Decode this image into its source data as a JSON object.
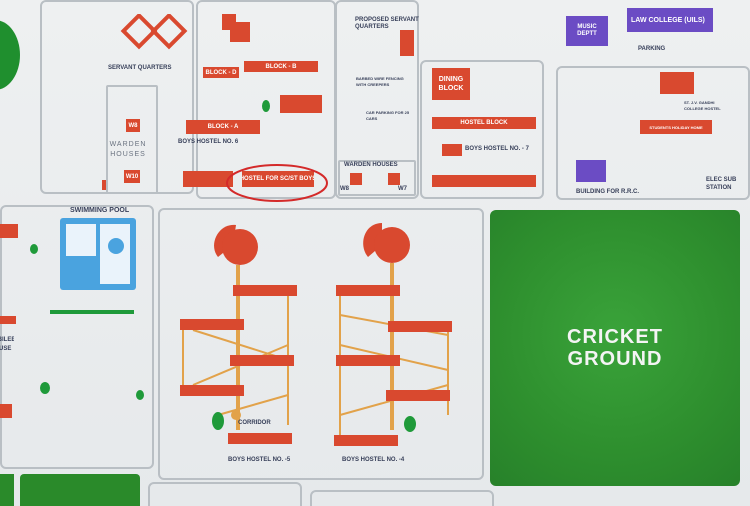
{
  "labels": {
    "servant_quarters": "SERVANT QUARTERS",
    "proposed_servant_quarters": "PROPOSED SERVANT QUARTERS",
    "block_d": "BLOCK - D",
    "block_b": "BLOCK - B",
    "block_a": "BLOCK - A",
    "barbed_wire": "BARBED WIRE FENCING WITH CREEPERS",
    "car_parking": "CAR PARKING FOR 25 CARS",
    "dining_block": "DINING BLOCK",
    "hostel_block": "HOSTEL BLOCK",
    "boys_hostel_7": "BOYS HOSTEL NO. - 7",
    "boys_hostel_6": "BOYS HOSTEL NO. 6",
    "warden_houses": "WARDEN HOUSES",
    "warden_houses_2": "WARDEN HOUSES",
    "w8": "W8",
    "w10": "W10",
    "wa": "W8",
    "w7": "W7",
    "hostel_sc_st": "HOSTEL FOR SC/ST BOYS",
    "music_deptt": "MUSIC DEPTT",
    "law_college": "LAW COLLEGE (UILS)",
    "parking": "PARKING",
    "gandhi_college": "ST. J.V. GANDHI COLLEGE HOSTEL",
    "students_holiday_home": "STUDENTS HOLIDAY HOME",
    "building_rrc": "BUILDING FOR R.R.C.",
    "elec_sub_station": "ELEC SUB STATION",
    "swimming_pool": "SWIMMING POOL",
    "jubilee_house": "JUBILEE HOUSE",
    "corridor": "CORRIDOR",
    "boys_hostel_5": "BOYS HOSTEL NO. -5",
    "boys_hostel_4": "BOYS HOSTEL NO. -4",
    "cricket_ground_1": "CRICKET",
    "cricket_ground_2": "GROUND"
  },
  "colors": {
    "building": "#d9492f",
    "ground": "#2e8f2e",
    "tree": "#1f9a3a",
    "purple": "#6b4cc4",
    "pool": "#4aa3df",
    "road": "#b9bfc4",
    "highlight_circle": "#d42a2a",
    "corridor": "#e2a24a"
  },
  "icons": [
    "music-building-icon",
    "rrc-building-icon",
    "servant-quarters-icon"
  ]
}
